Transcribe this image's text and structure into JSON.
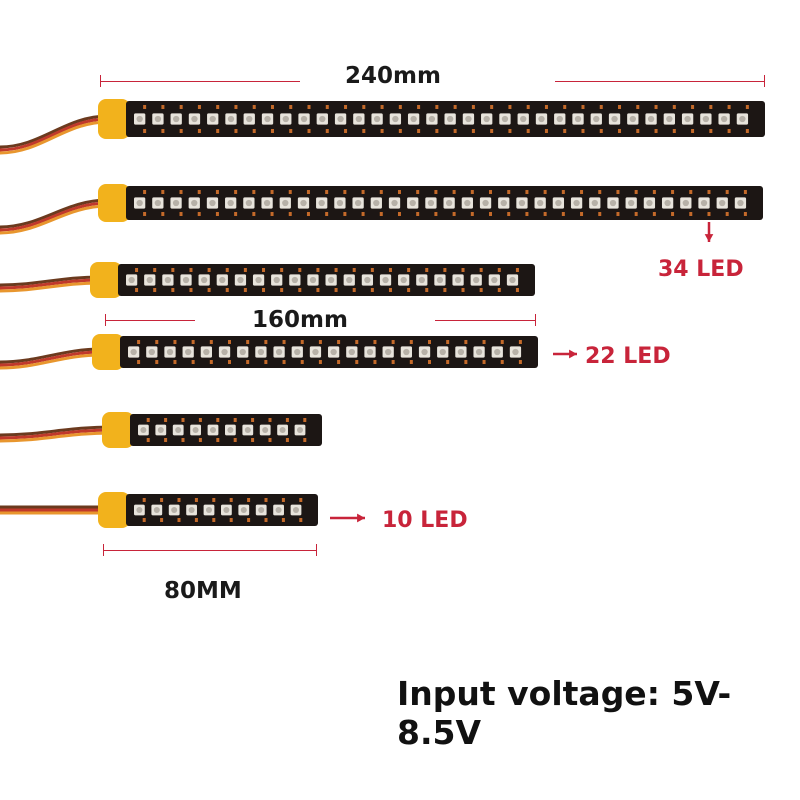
{
  "colors": {
    "pcb": "#1c1614",
    "pad": "#c46a2a",
    "led_body": "#e8e4dc",
    "led_core": "#b7b1a8",
    "connector": "#f2b21c",
    "wire_red": "#c0392b",
    "wire_brown": "#6b3a1e",
    "wire_orange": "#e8962e",
    "accent_red": "#c8243a"
  },
  "labels": {
    "dim_240": "240mm",
    "dim_160": "160mm",
    "dim_80": "80MM",
    "count_34": "34 LED",
    "count_22": "22 LED",
    "count_10": "10 LED",
    "input_voltage": "Input voltage: 5V-8.5V"
  },
  "strips": [
    {
      "leds": 34
    },
    {
      "leds": 34
    },
    {
      "leds": 22
    },
    {
      "leds": 22
    },
    {
      "leds": 10
    },
    {
      "leds": 10
    }
  ]
}
